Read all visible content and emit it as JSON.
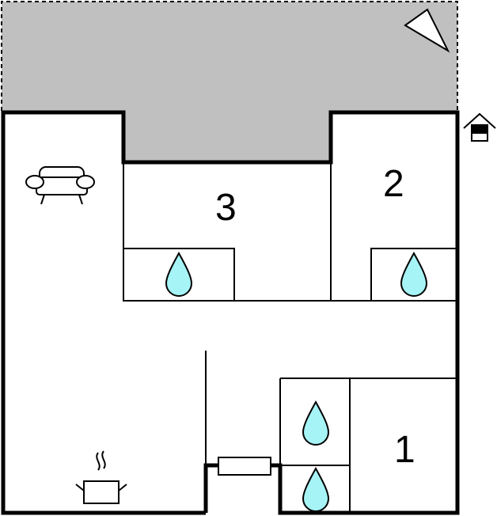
{
  "floorplan": {
    "rooms": [
      {
        "id": "room-1",
        "label": "1"
      },
      {
        "id": "room-2",
        "label": "2"
      },
      {
        "id": "room-3",
        "label": "3"
      }
    ],
    "terrace": {
      "fill": "#c0c0c0"
    },
    "icons": {
      "water_drop_color": "#a6f4f6",
      "sofa": "sofa-icon",
      "stove": "cooking-pot-icon",
      "entrance": "house-entrance-icon",
      "north": "north-arrow-icon",
      "radiator": "radiator-icon"
    }
  }
}
